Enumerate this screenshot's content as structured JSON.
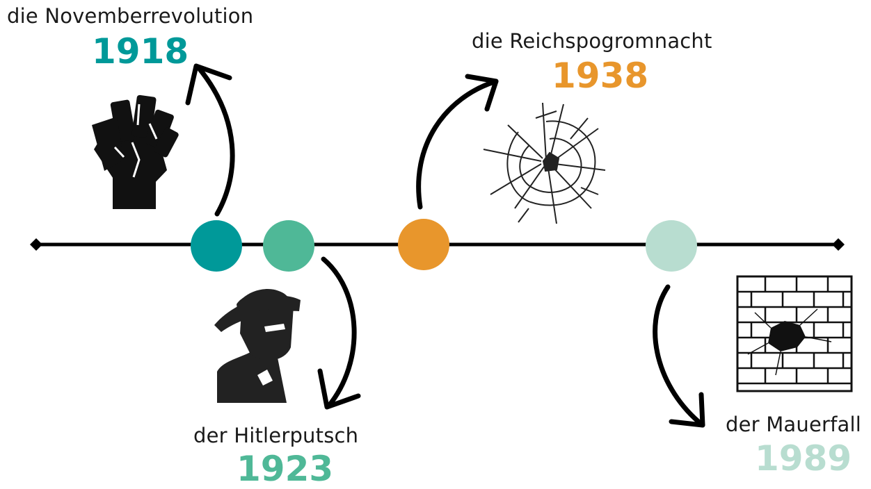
{
  "events": [
    {
      "title": "die Novemberrevolution",
      "year": "1918",
      "color": "#009999",
      "icon": "raised-fist-icon"
    },
    {
      "title": "der Hitlerputsch",
      "year": "1923",
      "color": "#4fb897",
      "icon": "officer-portrait-icon"
    },
    {
      "title": "die Reichspogromnacht",
      "year": "1938",
      "color": "#e8962c",
      "icon": "shattered-glass-icon"
    },
    {
      "title": "der Mauerfall",
      "year": "1989",
      "color": "#b8ddd0",
      "icon": "broken-brick-wall-icon"
    }
  ],
  "timeline": {
    "line_color": "#000000",
    "arrow_color": "#000000"
  }
}
